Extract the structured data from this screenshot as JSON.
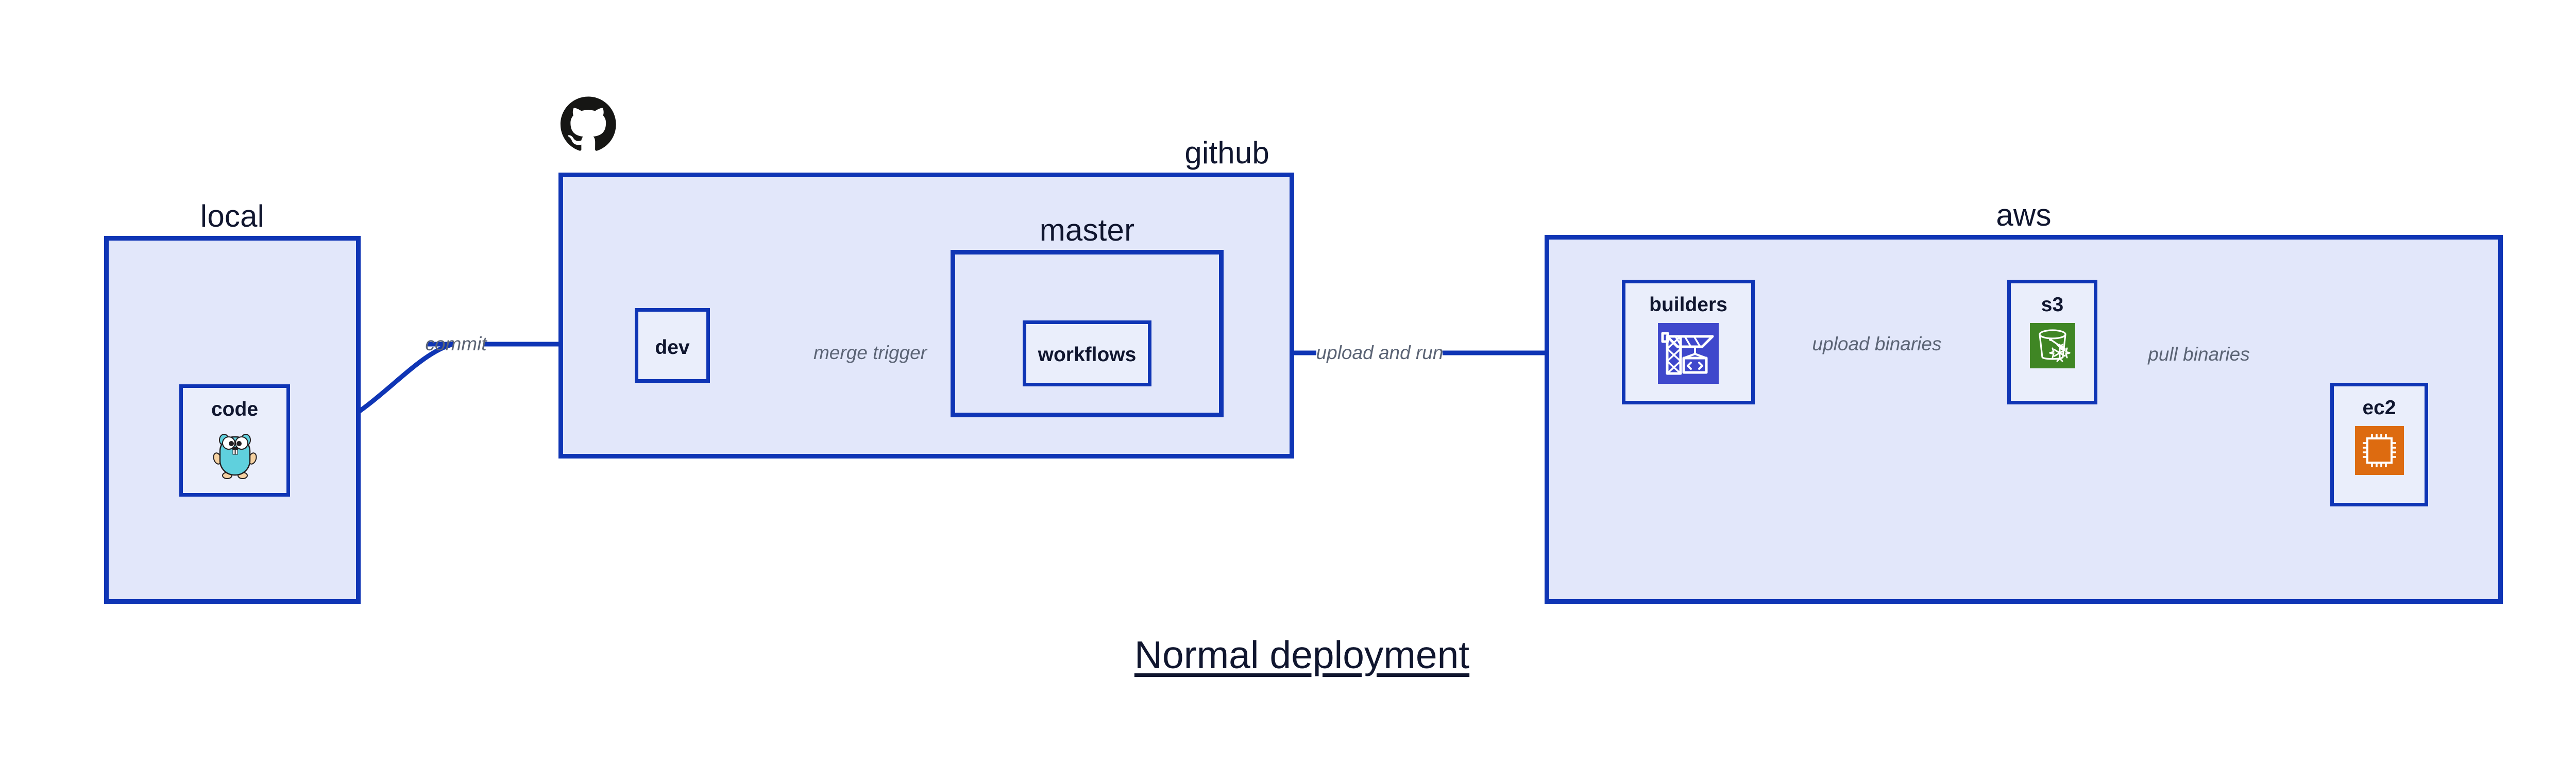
{
  "diagram": {
    "title": "Normal deployment",
    "colors": {
      "cluster_border": "#0f35b5",
      "cluster_fill": "#e2e7fa",
      "node_border": "#0f35b5",
      "node_fill": "#eaeefb",
      "edge_line": "#0f35b5",
      "edge_label_text": "#5b6475",
      "title_text": "#10162f",
      "codebuild_icon_bg": "#3f48cc",
      "s3_icon_bg": "#3f8624",
      "ec2_icon_bg": "#dd6b10",
      "gopher_body": "#5fd0dd",
      "github_logo": "#161614"
    }
  },
  "clusters": [
    {
      "id": "local",
      "label": "local",
      "label_align": "center"
    },
    {
      "id": "github",
      "label": "github",
      "label_align": "right"
    },
    {
      "id": "master",
      "label": "master",
      "label_align": "center"
    },
    {
      "id": "aws",
      "label": "aws",
      "label_align": "center"
    }
  ],
  "nodes": [
    {
      "id": "code",
      "label": "code",
      "icon": "go-gopher-icon",
      "cluster": "local"
    },
    {
      "id": "dev",
      "label": "dev",
      "icon": "none",
      "cluster": "github"
    },
    {
      "id": "workflows",
      "label": "workflows",
      "icon": "none",
      "cluster": "master"
    },
    {
      "id": "builders",
      "label": "builders",
      "icon": "aws-codebuild-icon",
      "cluster": "aws"
    },
    {
      "id": "s3",
      "label": "s3",
      "icon": "aws-s3-glacier-icon",
      "cluster": "aws"
    },
    {
      "id": "ec2",
      "label": "ec2",
      "icon": "aws-ec2-icon",
      "cluster": "aws"
    }
  ],
  "edges": [
    {
      "id": "code-dev",
      "from": "code",
      "to": "dev",
      "label": "commit"
    },
    {
      "id": "dev-workflows",
      "from": "dev",
      "to": "workflows",
      "label": "merge trigger"
    },
    {
      "id": "workflows-build",
      "from": "workflows",
      "to": "builders",
      "label": "upload and run"
    },
    {
      "id": "builders-s3",
      "from": "builders",
      "to": "s3",
      "label": "upload binaries"
    },
    {
      "id": "s3-ec2",
      "from": "s3",
      "to": "ec2",
      "label": "pull binaries"
    }
  ],
  "logos": [
    {
      "id": "github-logo",
      "name": "github-octocat-logo"
    }
  ]
}
